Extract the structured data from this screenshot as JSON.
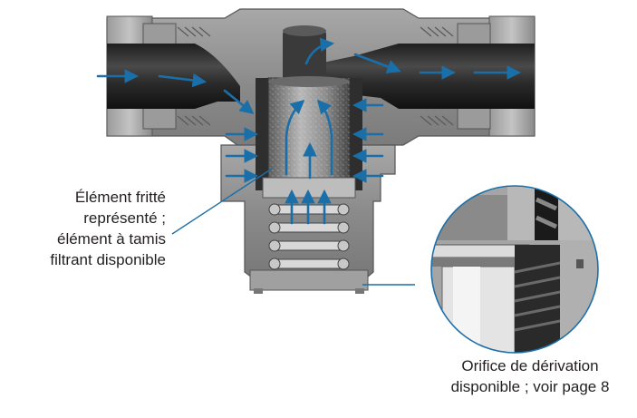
{
  "callouts": {
    "element_label": {
      "line1": "Élément fritté",
      "line2": "représenté ;",
      "line3": "élément à tamis",
      "line4": "filtrant disponible"
    },
    "orifice_label": {
      "line1": "Orifice de dérivation",
      "line2": "disponible ; voir page 8"
    }
  },
  "colors": {
    "flow_arrow": "#1b6fa8",
    "leader_line": "#1b6fa8",
    "body_gray": "#8c8c8c",
    "tube_dark": "#2a2a2a",
    "detail_circle_border": "#1b6fa8"
  },
  "icons": {
    "flow_direction": "arrow-right-icon",
    "spring": "coil-spring-icon"
  }
}
